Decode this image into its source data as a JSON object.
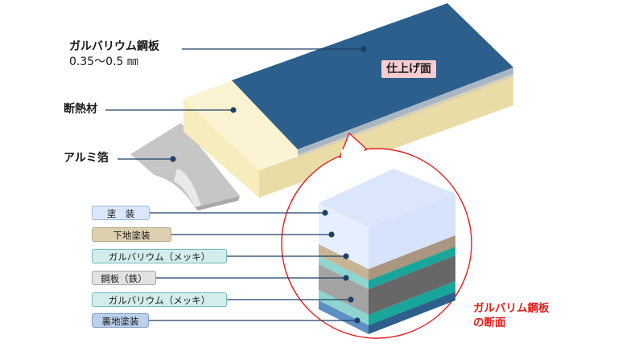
{
  "labels": {
    "galvalume_title": "ガルバリウム鋼板",
    "galvalume_thickness": "0.35〜0.5 ㎜",
    "insulation": "断熱材",
    "aluminum_foil": "アルミ箔",
    "finish_surface": "仕上げ面",
    "cross_section_line1": "ガルバリム鋼板",
    "cross_section_line2": "の断面"
  },
  "layers": [
    {
      "label": "塗　装",
      "bg": "#dbe8fb",
      "border": "#9db7e0"
    },
    {
      "label": "下地塗装",
      "bg": "#ddd0b1",
      "border": "#b8a682"
    },
    {
      "label": "ガルバリウム（メッキ）",
      "bg": "#d3ecec",
      "border": "#6fbcbb"
    },
    {
      "label": "鋼板（鉄）",
      "bg": "#e2e2e2",
      "border": "#a8a8a8"
    },
    {
      "label": "ガルバリウム（メッキ）",
      "bg": "#d3ecec",
      "border": "#6fbcbb"
    },
    {
      "label": "裏地塗装",
      "bg": "#bcd0ea",
      "border": "#7e9cc9"
    }
  ],
  "colors": {
    "steel_blue": "#2d5f8c",
    "insulation": "#f9f0c8",
    "foil": "#c6c6c6",
    "leader": "#1e3f66",
    "callout_red": "#e0201c"
  }
}
